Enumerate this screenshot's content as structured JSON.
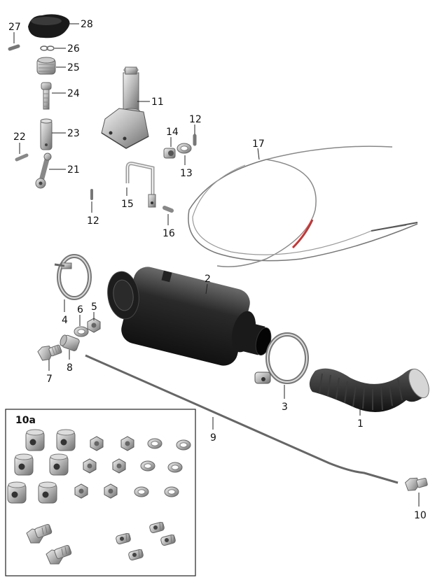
{
  "parts": [
    {
      "id": "p1",
      "label": "1"
    },
    {
      "id": "p2",
      "label": "2"
    },
    {
      "id": "p3",
      "label": "3"
    },
    {
      "id": "p4",
      "label": "4"
    },
    {
      "id": "p5",
      "label": "5"
    },
    {
      "id": "p6",
      "label": "6"
    },
    {
      "id": "p7",
      "label": "7"
    },
    {
      "id": "p8",
      "label": "8"
    },
    {
      "id": "p9",
      "label": "9"
    },
    {
      "id": "p10",
      "label": "10"
    },
    {
      "id": "p11",
      "label": "11"
    },
    {
      "id": "p12a",
      "label": "12"
    },
    {
      "id": "p12b",
      "label": "12"
    },
    {
      "id": "p13",
      "label": "13"
    },
    {
      "id": "p14",
      "label": "14"
    },
    {
      "id": "p15",
      "label": "15"
    },
    {
      "id": "p16",
      "label": "16"
    },
    {
      "id": "p17",
      "label": "17"
    },
    {
      "id": "p21",
      "label": "21"
    },
    {
      "id": "p22",
      "label": "22"
    },
    {
      "id": "p23",
      "label": "23"
    },
    {
      "id": "p24",
      "label": "24"
    },
    {
      "id": "p25",
      "label": "25"
    },
    {
      "id": "p26",
      "label": "26"
    },
    {
      "id": "p27",
      "label": "27"
    },
    {
      "id": "p28",
      "label": "28"
    }
  ],
  "inset": {
    "title": "10a"
  }
}
